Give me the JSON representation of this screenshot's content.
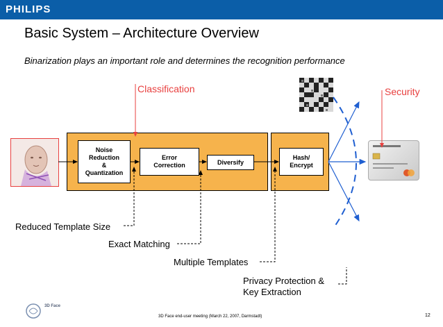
{
  "brand": "PHILIPS",
  "title": "Basic System – Architecture Overview",
  "subtitle": "Binarization plays an important role and determines the recognition performance",
  "labels": {
    "classification": "Classification",
    "security": "Security"
  },
  "blocks": {
    "noise": [
      "Noise",
      "Reduction",
      "&",
      "Quantization"
    ],
    "error": [
      "Error",
      "Correction"
    ],
    "diversify": "Diversify",
    "hash": [
      "Hash/",
      "Encrypt"
    ]
  },
  "notes": {
    "reduced_template": "Reduced Template Size",
    "exact_matching": "Exact Matching",
    "multiple_templates": "Multiple Templates",
    "privacy": [
      "Privacy Protection &",
      "Key Extraction"
    ]
  },
  "footer": {
    "logo_text": "3D Face",
    "meeting": "3D Face end-user meeting (March 22, 2007, Darmstadt)",
    "page": "12"
  },
  "colors": {
    "brand_bar": "#0b5ea8",
    "accent_red": "#e8403f",
    "block_fill": "#f6b34c",
    "arrow_blue": "#1f5fd1"
  }
}
